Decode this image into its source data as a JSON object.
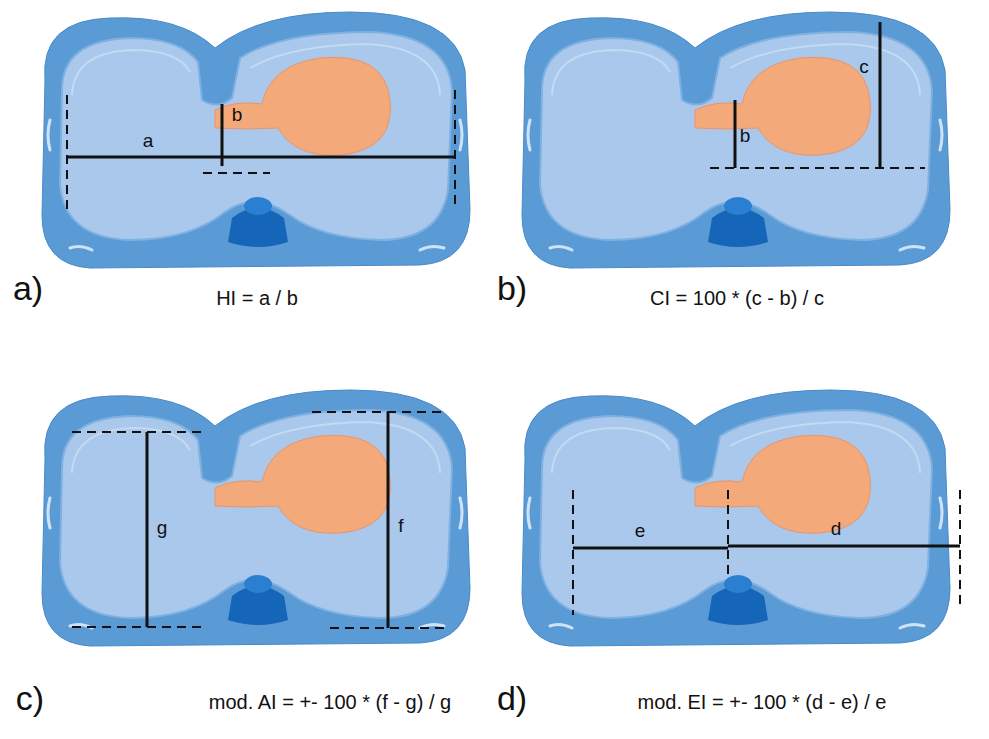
{
  "diagram": {
    "labels": [
      "a",
      "b",
      "b",
      "c",
      "a)",
      "HI = a / b",
      "b)",
      "CI = 100 * (c - b) / c",
      "g",
      "f",
      "e",
      "d",
      "c)",
      "mod. AI = +- 100 * (f - g) / g",
      "d)",
      "mod. EI = +- 100 * (d - e) / e"
    ]
  }
}
